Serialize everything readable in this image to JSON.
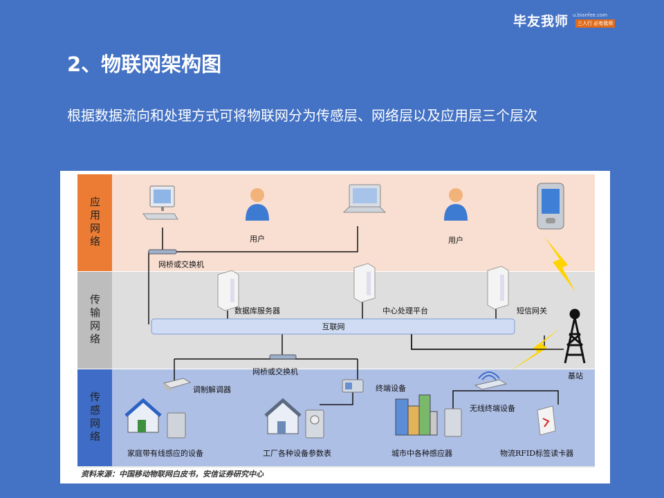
{
  "brand": {
    "name": "毕友我师",
    "url": "u.bianfee.com",
    "slogan": "三人行 必有我师"
  },
  "title": "2、物联网架构图",
  "subtitle": "根据数据流向和处理方式可将物联网分为传感层、网络层以及应用层三个层次",
  "diagram": {
    "layers": {
      "application": "应用网络",
      "transport": "传输网络",
      "sensing": "传感网络"
    },
    "labels": {
      "user1": "用户",
      "user2": "用户",
      "bridge_top": "网桥或交换机",
      "db_server": "数据库服务器",
      "center_platform": "中心处理平台",
      "sms_gateway": "短信网关",
      "internet": "互联网",
      "base_station": "基站",
      "bridge_bottom": "网桥或交换机",
      "modem": "调制解调器",
      "terminal": "终端设备",
      "wireless_terminal": "无线终端设备",
      "home_device": "家庭带有线感应的设备",
      "factory_meter": "工厂各种设备参数表",
      "city_sensor": "城市中各种感应器",
      "rfid_reader": "物流RFID标签读卡器"
    },
    "source": "资料来源：中国移动物联网白皮书，安信证券研究中心"
  },
  "colors": {
    "background": "#4472c4",
    "app_layer": "#f9dfd2",
    "transport_layer": "#dedede",
    "sensing_layer": "#aebfe6",
    "app_tab": "#ec7c33",
    "transport_tab": "#bdbdbd",
    "sensing_tab": "#3f6cc7"
  }
}
